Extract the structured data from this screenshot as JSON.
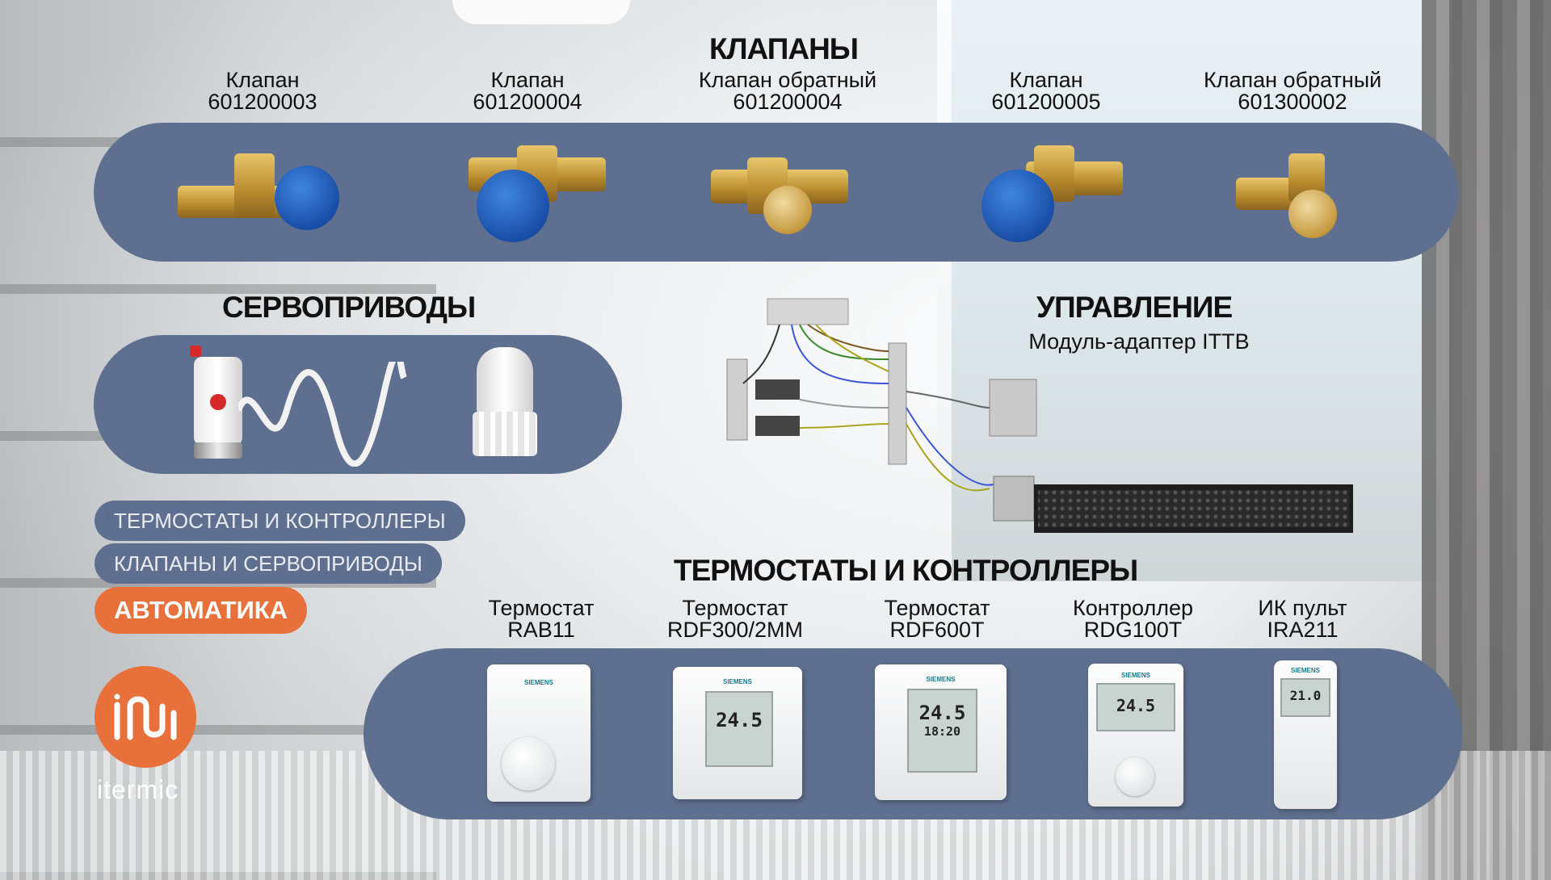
{
  "valves": {
    "title": "КЛАПАНЫ",
    "items": [
      {
        "name": "Клапан",
        "code": "601200003",
        "cap": "blue"
      },
      {
        "name": "Клапан",
        "code": "601200004",
        "cap": "blue"
      },
      {
        "name": "Клапан обратный",
        "code": "601200004",
        "cap": "brass"
      },
      {
        "name": "Клапан",
        "code": "601200005",
        "cap": "blue"
      },
      {
        "name": "Клапан обратный",
        "code": "601300002",
        "cap": "brass"
      }
    ]
  },
  "actuators": {
    "title": "СЕРВОПРИВОДЫ"
  },
  "control": {
    "title": "УПРАВЛЕНИЕ",
    "subtitle": "Модуль-адаптер ITTB"
  },
  "thermostats": {
    "title": "ТЕРМОСТАТЫ И КОНТРОЛЛЕРЫ",
    "items": [
      {
        "name": "Термостат",
        "code": "RAB11",
        "display": ""
      },
      {
        "name": "Термостат",
        "code": "RDF300/2MM",
        "display": "24.5"
      },
      {
        "name": "Термостат",
        "code": "RDF600T",
        "display": "24.5"
      },
      {
        "name": "Контроллер",
        "code": "RDG100T",
        "display": "24.5"
      },
      {
        "name": "ИК пульт",
        "code": "IRA211",
        "display": "21.0"
      }
    ],
    "secondary_display": "18:20",
    "brand": "SIEMENS"
  },
  "menu": {
    "items": [
      {
        "label": "ТЕРМОСТАТЫ И КОНТРОЛЛЕРЫ",
        "active": false
      },
      {
        "label": "КЛАПАНЫ И СЕРВОПРИВОДЫ",
        "active": false
      },
      {
        "label": "АВТОМАТИКА",
        "active": true
      }
    ]
  },
  "logo": {
    "word": "itermic"
  },
  "colors": {
    "panel": "#5e6f8f",
    "accent": "#e8703a"
  }
}
